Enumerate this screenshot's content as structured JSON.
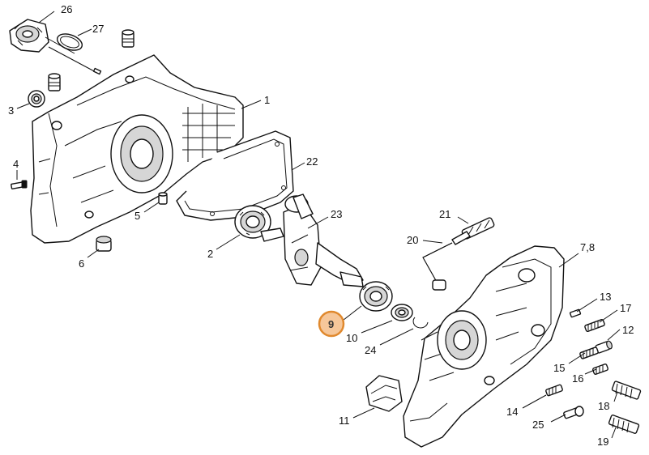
{
  "callouts": [
    {
      "id": "c26",
      "label": "26"
    },
    {
      "id": "c27",
      "label": "27"
    },
    {
      "id": "c3",
      "label": "3"
    },
    {
      "id": "c1",
      "label": "1"
    },
    {
      "id": "c22",
      "label": "22"
    },
    {
      "id": "c4",
      "label": "4"
    },
    {
      "id": "c5",
      "label": "5"
    },
    {
      "id": "c23",
      "label": "23"
    },
    {
      "id": "c21",
      "label": "21"
    },
    {
      "id": "c6",
      "label": "6"
    },
    {
      "id": "c2",
      "label": "2"
    },
    {
      "id": "c20",
      "label": "20"
    },
    {
      "id": "c78",
      "label": "7,8"
    },
    {
      "id": "c13",
      "label": "13"
    },
    {
      "id": "c9",
      "label": "9",
      "highlighted": true
    },
    {
      "id": "c17",
      "label": "17"
    },
    {
      "id": "c10",
      "label": "10"
    },
    {
      "id": "c12",
      "label": "12"
    },
    {
      "id": "c24",
      "label": "24"
    },
    {
      "id": "c15",
      "label": "15"
    },
    {
      "id": "c16",
      "label": "16"
    },
    {
      "id": "c18",
      "label": "18"
    },
    {
      "id": "c14",
      "label": "14"
    },
    {
      "id": "c11",
      "label": "11"
    },
    {
      "id": "c25",
      "label": "25"
    },
    {
      "id": "c19",
      "label": "19"
    }
  ],
  "colors": {
    "line": "#111111",
    "highlight_fill": "#f6c79a",
    "highlight_stroke": "#e0892e"
  }
}
